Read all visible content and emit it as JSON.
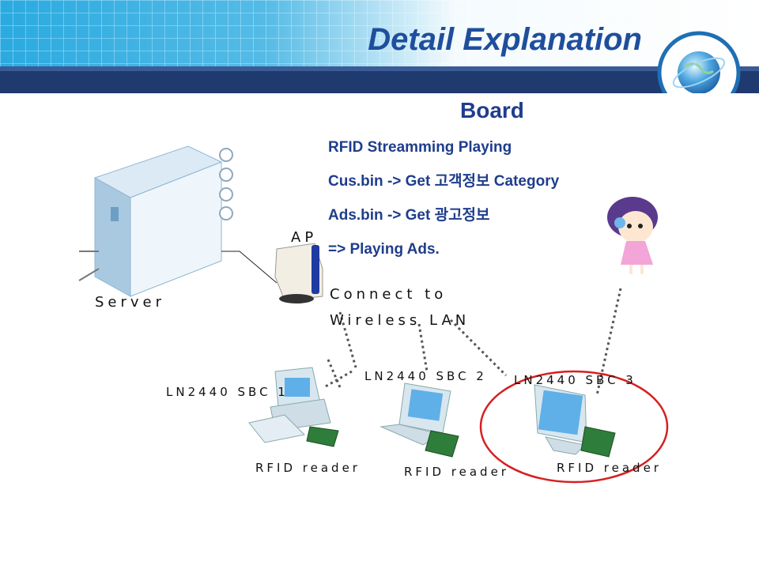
{
  "slide": {
    "title": "Detail Explanation",
    "board_title": "Board",
    "bullets": [
      "RFID Streamming Playing",
      "Cus.bin -> Get 고객정보 Category",
      "Ads.bin -> Get 광고정보",
      "=> Playing Ads."
    ]
  },
  "diagram": {
    "server_label": "Server",
    "ap_label": "AP",
    "connect_label_line1": "Connect to",
    "connect_label_line2": "Wireless LAN",
    "sbc1_label": "LN2440 SBC 1",
    "sbc2_label": "LN2440 SBC 2",
    "sbc3_label": "LN2440 SBC 3",
    "reader1_label": "RFID reader",
    "reader2_label": "RFID reader",
    "reader3_label": "RFID reader"
  },
  "colors": {
    "header_bg": "#29a9df",
    "header_band": "#1e3a6e",
    "title": "#1f4e9c",
    "text": "#1f3d8c",
    "highlight_circle": "#d62020"
  }
}
